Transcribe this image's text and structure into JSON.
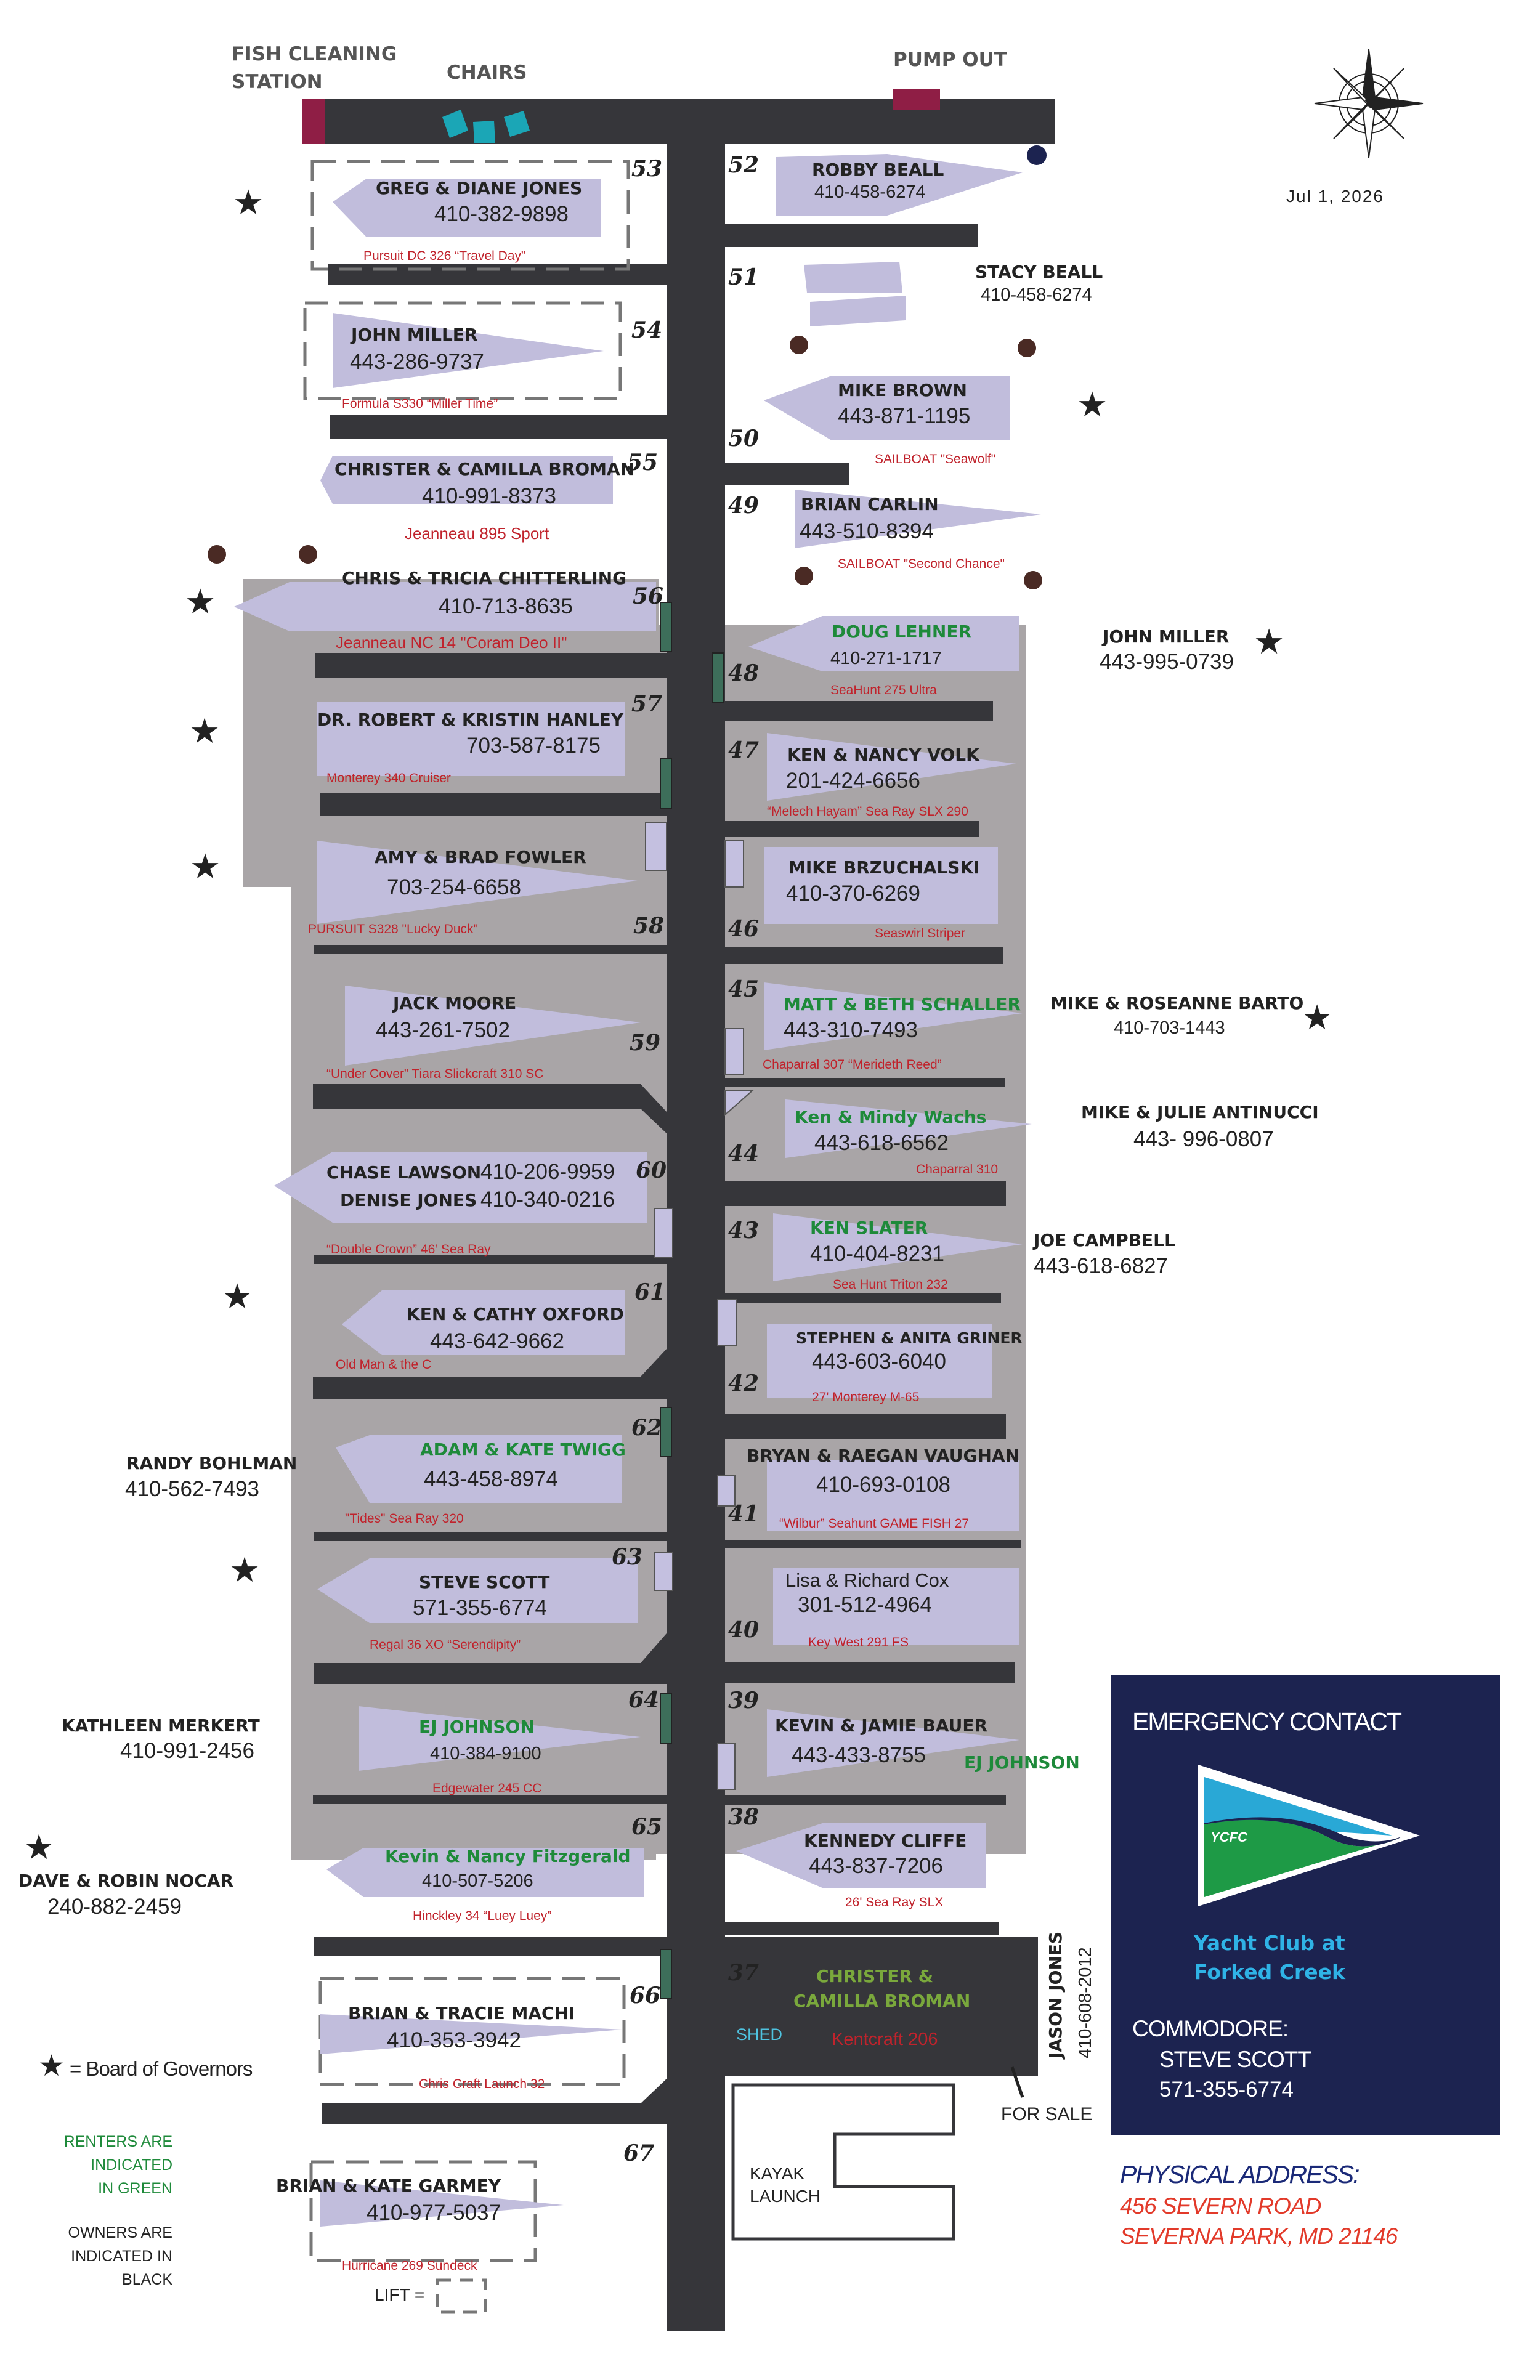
{
  "header": {
    "fish_cleaning_1": "FISH CLEANING",
    "fish_cleaning_2": "STATION",
    "chairs": "CHAIRS",
    "pump_out": "PUMP OUT",
    "date": "Jul 1, 2026"
  },
  "left": {
    "s53": {
      "num": "53",
      "name": "GREG & DIANE JONES",
      "phone": "410-382-9898",
      "boat": "Pursuit DC 326 “Travel Day”"
    },
    "s54": {
      "num": "54",
      "name": "JOHN MILLER",
      "phone": "443-286-9737",
      "boat": "Formula S330  “Miller Time”"
    },
    "s55": {
      "num": "55",
      "name": "CHRISTER & CAMILLA BROMAN",
      "phone": "410-991-8373",
      "boat": "Jeanneau 895 Sport"
    },
    "s56": {
      "num": "56",
      "name": "CHRIS & TRICIA CHITTERLING",
      "phone": "410-713-8635",
      "boat": "Jeanneau NC 14 \"Coram Deo II\""
    },
    "s57": {
      "num": "57",
      "name": "DR. ROBERT & KRISTIN HANLEY",
      "phone": "703-587-8175",
      "boat": "Monterey 340 Cruiser"
    },
    "s58": {
      "num": "58",
      "name": "AMY & BRAD FOWLER",
      "phone": "703-254-6658",
      "boat": "PURSUIT S328  \"Lucky Duck\""
    },
    "s59": {
      "num": "59",
      "name": "JACK MOORE",
      "phone": "443-261-7502",
      "boat": "“Under Cover”  Tiara Slickcraft 310 SC"
    },
    "s60": {
      "num": "60",
      "name1": "CHASE LAWSON",
      "phone1": "410-206-9959",
      "name2": "DENISE JONES",
      "phone2": "410-340-0216",
      "boat": "“Double Crown”   46’ Sea Ray"
    },
    "s61": {
      "num": "61",
      "name": "KEN & CATHY OXFORD",
      "phone": "443-642-9662",
      "boat": "Old Man & the C"
    },
    "s62": {
      "num": "62",
      "name": "ADAM & KATE TWIGG",
      "phone": "443-458-8974",
      "boat": "\"Tides\"  Sea Ray 320"
    },
    "s63": {
      "num": "63",
      "name": "STEVE SCOTT",
      "phone": "571-355-6774",
      "boat": "Regal 36 XO “Serendipity”"
    },
    "s64": {
      "num": "64",
      "name": "EJ JOHNSON",
      "phone": "410-384-9100",
      "boat": "Edgewater 245 CC"
    },
    "s65": {
      "num": "65",
      "name": "Kevin & Nancy Fitzgerald",
      "phone": "410-507-5206",
      "boat": "Hinckley 34  “Luey Luey”"
    },
    "s66": {
      "num": "66",
      "name": "BRIAN & TRACIE MACHI",
      "phone": "410-353-3942",
      "boat": "Chris Craft Launch 32"
    },
    "s67": {
      "num": "67",
      "name": "BRIAN & KATE GARMEY",
      "phone": "410-977-5037",
      "boat": "Hurricane 269 Sundeck"
    }
  },
  "right": {
    "s52": {
      "num": "52",
      "name": "ROBBY BEALL",
      "phone": "410-458-6274"
    },
    "s51": {
      "num": "51",
      "name": "STACY BEALL",
      "phone": "410-458-6274"
    },
    "s50": {
      "num": "50",
      "name": "MIKE  BROWN",
      "phone": "443-871-1195",
      "boat": "SAILBOAT  \"Seawolf\""
    },
    "s49": {
      "num": "49",
      "name": "BRIAN CARLIN",
      "phone": "443-510-8394",
      "boat": "SAILBOAT  \"Second Chance\""
    },
    "s48": {
      "num": "48",
      "name": "DOUG LEHNER",
      "phone": "410-271-1717",
      "boat": "SeaHunt 275 Ultra"
    },
    "s47": {
      "num": "47",
      "name": "KEN & NANCY VOLK",
      "phone": "201-424-6656",
      "boat": "“Melech Hayam”  Sea Ray SLX 290"
    },
    "s46": {
      "num": "46",
      "name": "MIKE BRZUCHALSKI",
      "phone": "410-370-6269",
      "boat": "Seaswirl Striper"
    },
    "s45": {
      "num": "45",
      "name": "MATT & BETH  SCHALLER",
      "phone": "443-310-7493",
      "boat": "Chaparral  307 “Merideth Reed”"
    },
    "s44": {
      "num": "44",
      "name": "Ken & Mindy Wachs",
      "phone": "443-618-6562",
      "boat": "Chaparral 310"
    },
    "s43": {
      "num": "43",
      "name": "KEN SLATER",
      "phone": "410-404-8231",
      "boat": "Sea Hunt Triton 232"
    },
    "s42": {
      "num": "42",
      "name": "STEPHEN & ANITA GRINER",
      "phone": "443-603-6040",
      "boat": "27' Monterey M-65"
    },
    "s41": {
      "num": "41",
      "name": "BRYAN  & RAEGAN VAUGHAN",
      "phone": "410-693-0108",
      "boat": "“Wilbur”  Seahunt GAME FISH 27"
    },
    "s40": {
      "num": "40",
      "name": "Lisa & Richard Cox",
      "phone": "301-512-4964",
      "boat": "Key West 291 FS"
    },
    "s39": {
      "num": "39",
      "name": "KEVIN & JAMIE BAUER",
      "phone": "443-433-8755"
    },
    "s38": {
      "num": "38",
      "name": "KENNEDY CLIFFE",
      "phone": "443-837-7206",
      "boat": "26' Sea Ray SLX"
    },
    "s37": {
      "num": "37",
      "name1": "CHRISTER &",
      "name2": "CAMILLA BROMAN",
      "shed": "SHED",
      "boat": "Kentcraft 206"
    }
  },
  "outside": {
    "john_miller": {
      "name": "JOHN MILLER",
      "phone": "443-995-0739"
    },
    "barto": {
      "name": "MIKE & ROSEANNE BARTO",
      "phone": "410-703-1443"
    },
    "antinucci": {
      "name": "MIKE & JULIE ANTINUCCI",
      "phone": "443- 996-0807"
    },
    "campbell": {
      "name": "JOE CAMPBELL",
      "phone": "443-618-6827"
    },
    "bohlman": {
      "name": "RANDY BOHLMAN",
      "phone": "410-562-7493"
    },
    "merkert": {
      "name": "KATHLEEN MERKERT",
      "phone": "410-991-2456"
    },
    "nocar": {
      "name": "DAVE & ROBIN NOCAR",
      "phone": "240-882-2459"
    },
    "ej_johnson": "EJ JOHNSON",
    "jason_jones": "JASON JONES",
    "jason_phone": "410-608-2012",
    "for_sale": "FOR SALE",
    "kayak_1": "KAYAK",
    "kayak_2": "LAUNCH",
    "lift": "LIFT ="
  },
  "legend": {
    "board": "= Board of Governors",
    "renters_1": "RENTERS ARE",
    "renters_2": "INDICATED",
    "renters_3": "IN GREEN",
    "owners_1": "OWNERS ARE",
    "owners_2": "INDICATED IN",
    "owners_3": "BLACK"
  },
  "emergency": {
    "title": "EMERGENCY CONTACT",
    "flag_text": "YCFC",
    "club_1": "Yacht Club at",
    "club_2": "Forked Creek",
    "commodore": "COMMODORE:",
    "name": "STEVE SCOTT",
    "phone": "571-355-6774"
  },
  "address": {
    "label": "PHYSICAL ADDRESS:",
    "line1": "456 SEVERN ROAD",
    "line2": "SEVERNA PARK, MD 21146"
  },
  "colors": {
    "dock": "#36363a",
    "shaded_area": "#a9a5a7",
    "boat": "#c1bddc",
    "lift": "#c4c0e0",
    "piling": "#4a2a24",
    "green_piling": "#3d6e5a",
    "renter_green": "#1e8a3a",
    "boat_red": "#c0232c",
    "emergency_bg": "#1c2350",
    "chairs": "#1ba6b6",
    "station": "#8f1e45",
    "address_blue": "#1b2a78"
  }
}
